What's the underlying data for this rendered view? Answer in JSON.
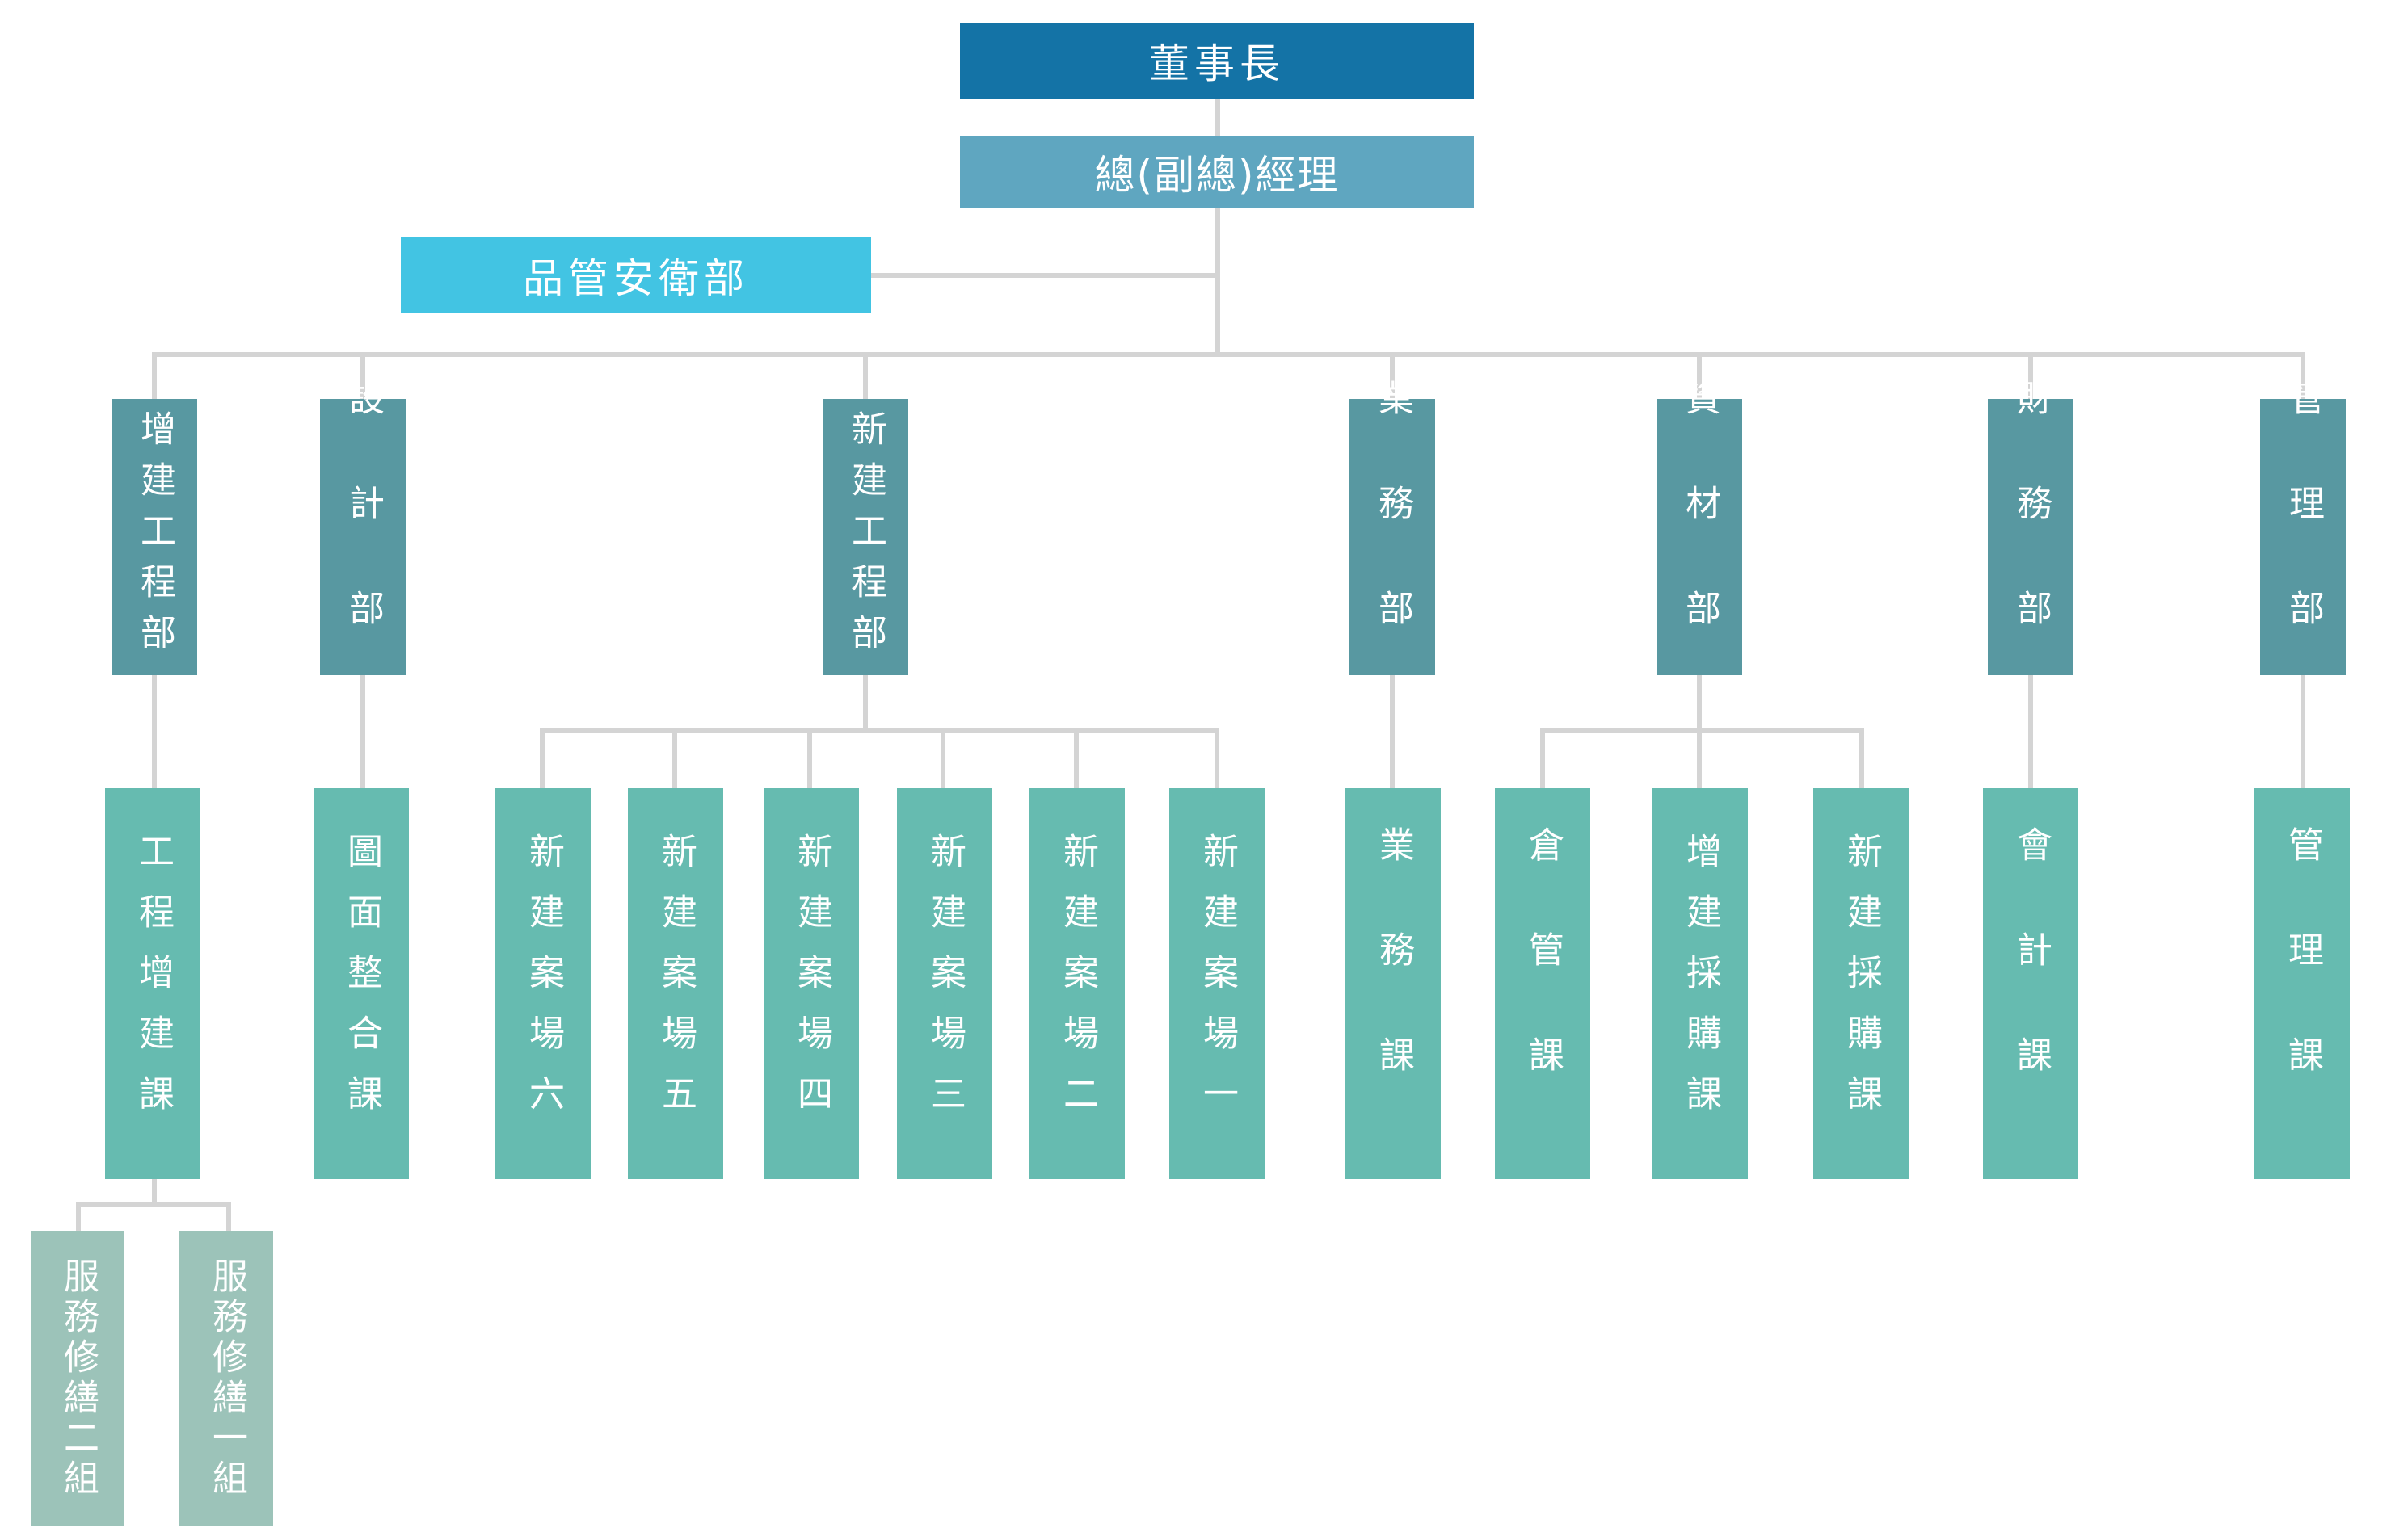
{
  "colors": {
    "chairman": "#1473a6",
    "general_manager": "#5fa6c0",
    "qa_department": "#42c4e3",
    "department": "#5898a1",
    "section": "#66bbb0",
    "group": "#9cc3b9",
    "connector": "#d4d4d4"
  },
  "chairman": {
    "label": "董事長"
  },
  "general_manager": {
    "label": "總(副總)經理"
  },
  "qa_department": {
    "label": "品管安衛部"
  },
  "departments": [
    {
      "label": "增建工程部",
      "sections": [
        {
          "label": "工程增建課",
          "groups": [
            {
              "label": "服務修繕二組"
            },
            {
              "label": "服務修繕一組"
            }
          ]
        }
      ]
    },
    {
      "label": "設計部",
      "sections": [
        {
          "label": "圖面整合課"
        }
      ]
    },
    {
      "label": "新建工程部",
      "sections": [
        {
          "label": "新建案場六"
        },
        {
          "label": "新建案場五"
        },
        {
          "label": "新建案場四"
        },
        {
          "label": "新建案場三"
        },
        {
          "label": "新建案場二"
        },
        {
          "label": "新建案場一"
        }
      ]
    },
    {
      "label": "業務部",
      "sections": [
        {
          "label": "業務課"
        }
      ]
    },
    {
      "label": "資材部",
      "sections": [
        {
          "label": "倉管課"
        },
        {
          "label": "增建採購課"
        },
        {
          "label": "新建採購課"
        }
      ]
    },
    {
      "label": "財務部",
      "sections": [
        {
          "label": "會計課"
        }
      ]
    },
    {
      "label": "管理部",
      "sections": [
        {
          "label": "管理課"
        }
      ]
    }
  ]
}
